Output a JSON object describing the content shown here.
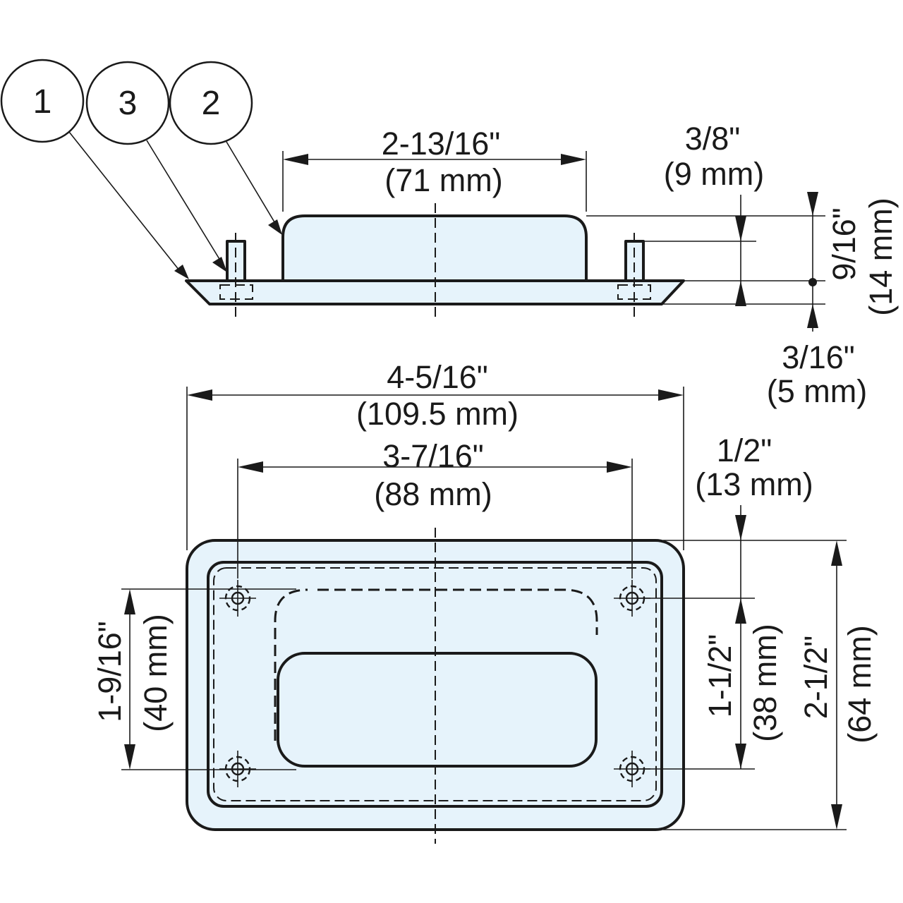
{
  "callouts": [
    {
      "number": "1"
    },
    {
      "number": "3"
    },
    {
      "number": "2"
    }
  ],
  "side_view": {
    "handle_width": {
      "inch": "2-13/16\"",
      "mm": "(71 mm)"
    },
    "stud_height": {
      "inch": "3/8\"",
      "mm": "(9 mm)"
    },
    "overall_height": {
      "inch": "9/16\"",
      "mm": "(14 mm)"
    },
    "flange_thickness": {
      "inch": "3/16\"",
      "mm": "(5 mm)"
    }
  },
  "top_view": {
    "overall_width": {
      "inch": "4-5/16\"",
      "mm": "(109.5 mm)"
    },
    "hole_spacing_x": {
      "inch": "3-7/16\"",
      "mm": "(88 mm)"
    },
    "edge_offset": {
      "inch": "1/2\"",
      "mm": "(13 mm)"
    },
    "hole_spacing_y": {
      "inch": "1-9/16\"",
      "mm": "(40 mm)"
    },
    "opening_height": {
      "inch": "1-1/2\"",
      "mm": "(38 mm)"
    },
    "overall_height": {
      "inch": "2-1/2\"",
      "mm": "(64 mm)"
    }
  },
  "colors": {
    "part_fill": "#e6f3fb",
    "line": "#1a1a1a"
  }
}
